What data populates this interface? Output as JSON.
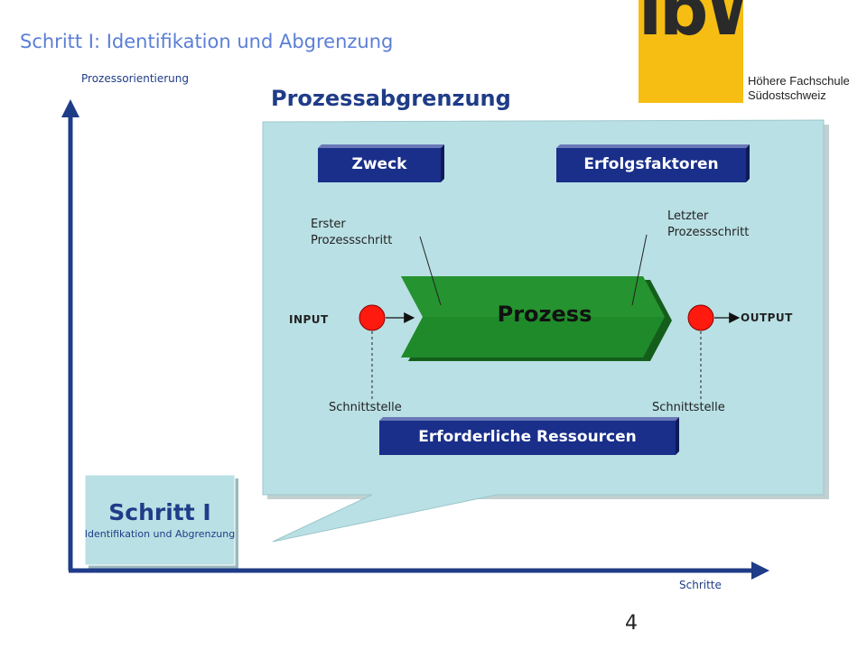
{
  "slide": {
    "title": "Schritt I: Identifikation und Abgrenzung",
    "page_number": "4"
  },
  "logo": {
    "letters": "ibW",
    "subtitle": "Höhere Fachschule\nSüdostschweiz"
  },
  "axes": {
    "y_label": "Prozessorientierung",
    "x_label": "Schritte"
  },
  "diagram": {
    "heading": "Prozessabgrenzung",
    "boxes": {
      "zweck": "Zweck",
      "erfolgsfaktoren": "Erfolgsfaktoren",
      "ressourcen": "Erforderliche Ressourcen"
    },
    "process_label": "Prozess",
    "first_step": "Erster\nProzessschritt",
    "last_step": "Letzter\nProzessschritt",
    "input": "INPUT",
    "output": "OUTPUT",
    "interface_left": "Schnittstelle",
    "interface_right": "Schnittstelle"
  },
  "step_box": {
    "title": "Schritt I",
    "subtitle": "Identifikation und Abgrenzung"
  },
  "colors": {
    "panel": "#b9e0e4",
    "blue_box": "#1a2f8a",
    "process_green": "#1f8a2a",
    "node_red": "#ff1a10",
    "axis": "#1f3c88",
    "title_blue": "#5b7fd6",
    "logo_yellow": "#f6bd13"
  }
}
